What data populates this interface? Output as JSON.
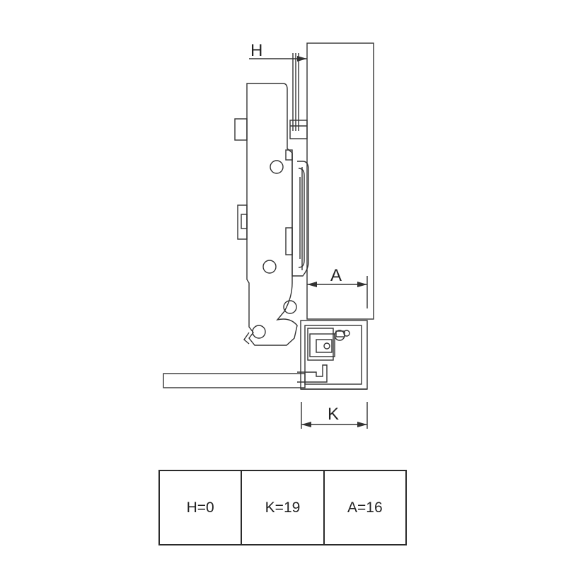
{
  "diagram": {
    "labels": {
      "h": "H",
      "a": "A",
      "k": "K"
    },
    "line_color": "#333333",
    "background": "#ffffff"
  },
  "spec_table": {
    "cells": [
      "H=0",
      "K=19",
      "A=16"
    ]
  }
}
